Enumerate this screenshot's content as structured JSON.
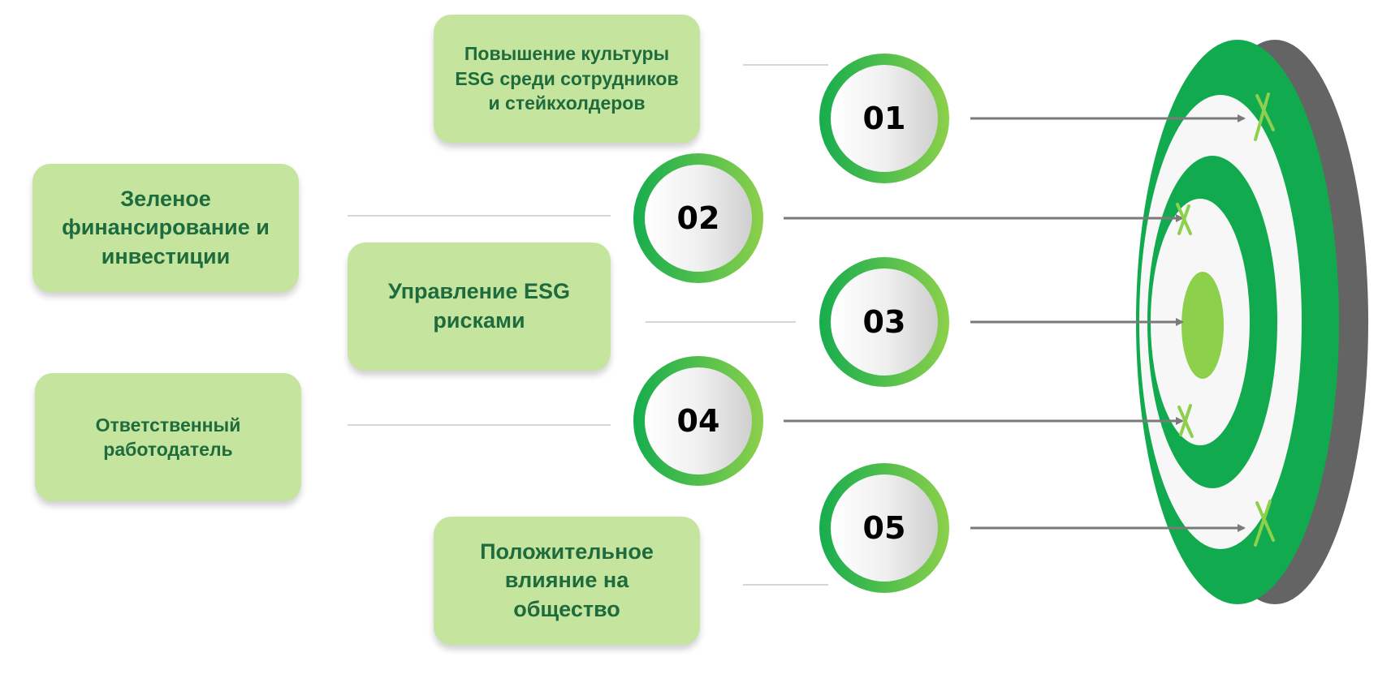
{
  "colors": {
    "box_fill": "#c5e59f",
    "box_text": "#1e6b3e",
    "ring_dark": "#16ad4e",
    "ring_light": "#8cd04b",
    "target_green": "#11aa4e",
    "target_side": "#646464",
    "bullseye": "#8cd04b",
    "arrow": "#7a7a7a",
    "connector": "#d6d6d6"
  },
  "items": [
    {
      "number": "01",
      "label": "Повышение культуры\nESG среди сотрудников\nи стейкхолдеров",
      "mark": "cross"
    },
    {
      "number": "02",
      "label": "Зеленое\nфинансирование и\nинвестиции",
      "mark": "cross"
    },
    {
      "number": "03",
      "label": "Управление ESG\nрисками",
      "mark": "none"
    },
    {
      "number": "04",
      "label": "Ответственный\nработодатель",
      "mark": "cross"
    },
    {
      "number": "05",
      "label": "Положительное\nвлияние на\nобщество",
      "mark": "cross"
    }
  ]
}
